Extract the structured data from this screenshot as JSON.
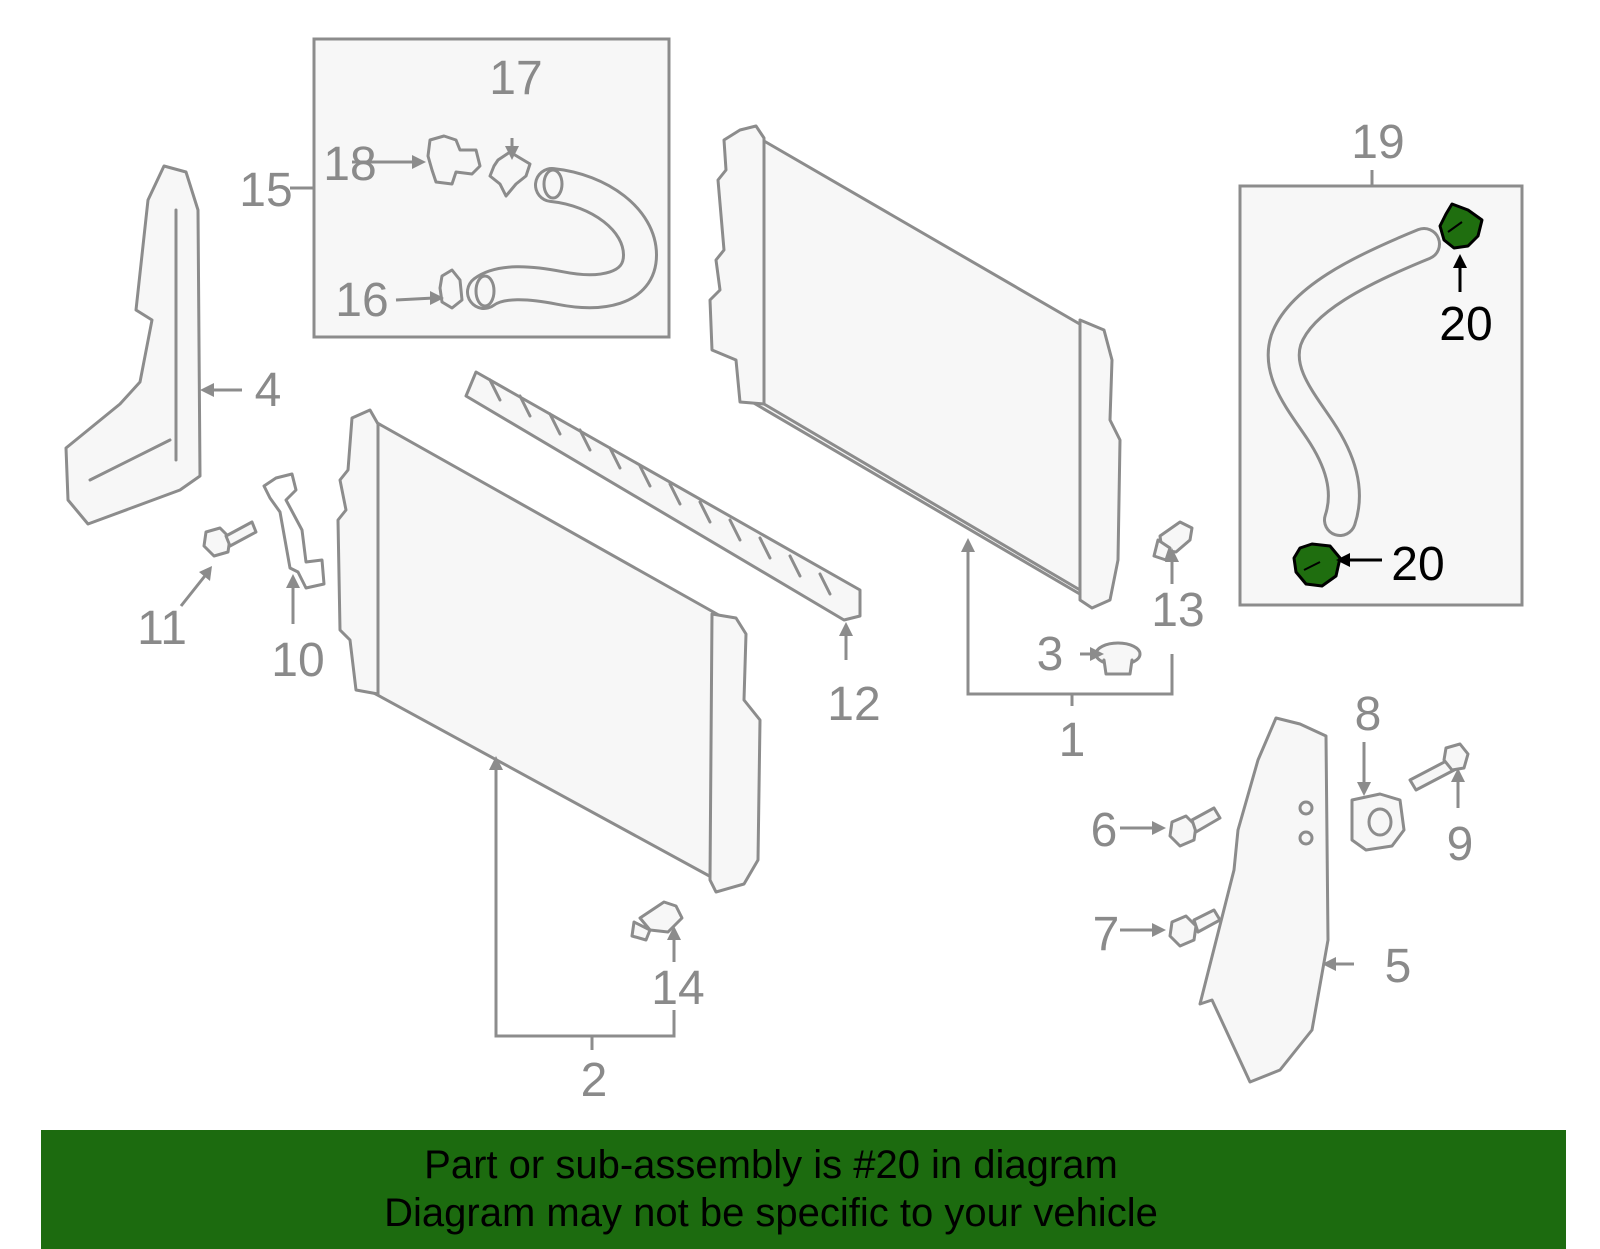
{
  "diagram": {
    "callouts": {
      "c1": "1",
      "c2": "2",
      "c3": "3",
      "c4": "4",
      "c5": "5",
      "c6": "6",
      "c7": "7",
      "c8": "8",
      "c9": "9",
      "c10": "10",
      "c11": "11",
      "c12": "12",
      "c13": "13",
      "c14": "14",
      "c15": "15",
      "c16": "16",
      "c17": "17",
      "c18": "18",
      "c19": "19",
      "c20_top": "20",
      "c20_bottom": "20"
    },
    "highlighted_part": "20",
    "colors": {
      "line_gray": "#8c8c8c",
      "label_gray": "#8a8a8a",
      "part_fill": "#f7f7f7",
      "highlight_green": "#1f6e0f",
      "caption_green": "#1c6b0f"
    }
  },
  "caption": {
    "line1": "Part or sub-assembly is #20 in diagram",
    "line2": "Diagram may not be specific to your vehicle"
  }
}
